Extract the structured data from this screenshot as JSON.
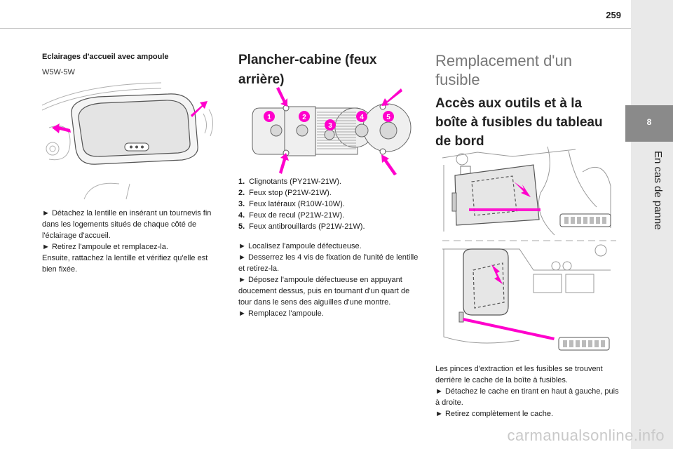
{
  "page": {
    "number": "259"
  },
  "chapter": {
    "number": "8",
    "title": "En cas de panne"
  },
  "col1": {
    "heading": "Eclairages d'accueil avec ampoule",
    "bulb": "W5W-5W",
    "steps": [
      "► Détachez la lentille en insérant un tournevis fin dans les logements situés de chaque côté de l'éclairage d'accueil.",
      "► Retirez l'ampoule et remplacez-la.",
      "Ensuite, rattachez la lentille et vérifiez qu'elle est bien fixée."
    ]
  },
  "col2": {
    "heading": "Plancher-cabine (feux arrière)",
    "callouts": [
      "1",
      "2",
      "3",
      "4",
      "5"
    ],
    "list": [
      {
        "num": "1.",
        "text": "Clignotants (PY21W-21W)."
      },
      {
        "num": "2.",
        "text": "Feux stop (P21W-21W)."
      },
      {
        "num": "3.",
        "text": "Feux latéraux (R10W-10W)."
      },
      {
        "num": "4.",
        "text": "Feux de recul (P21W-21W)."
      },
      {
        "num": "5.",
        "text": "Feux antibrouillards (P21W-21W)."
      }
    ],
    "steps": [
      "► Localisez l'ampoule défectueuse.",
      "► Desserrez les 4 vis de fixation de l'unité de lentille et retirez-la.",
      "► Déposez l'ampoule défectueuse en appuyant doucement dessus, puis en tournant d'un quart de tour dans le sens des aiguilles d'une montre.",
      "► Remplacez l'ampoule."
    ]
  },
  "col3": {
    "heading": "Remplacement d'un fusible",
    "subheading": "Accès aux outils et à la boîte à fusibles du tableau de bord",
    "steps": [
      "Les pinces d'extraction et les fusibles se trouvent derrière le cache de la boîte à fusibles.",
      "► Détachez le cache en tirant en haut à gauche, puis à droite.",
      "► Retirez complètement le cache."
    ]
  },
  "watermark": "carmanualsonline.info",
  "colors": {
    "accent": "#ff00cc",
    "tab": "#8a8a8a"
  }
}
